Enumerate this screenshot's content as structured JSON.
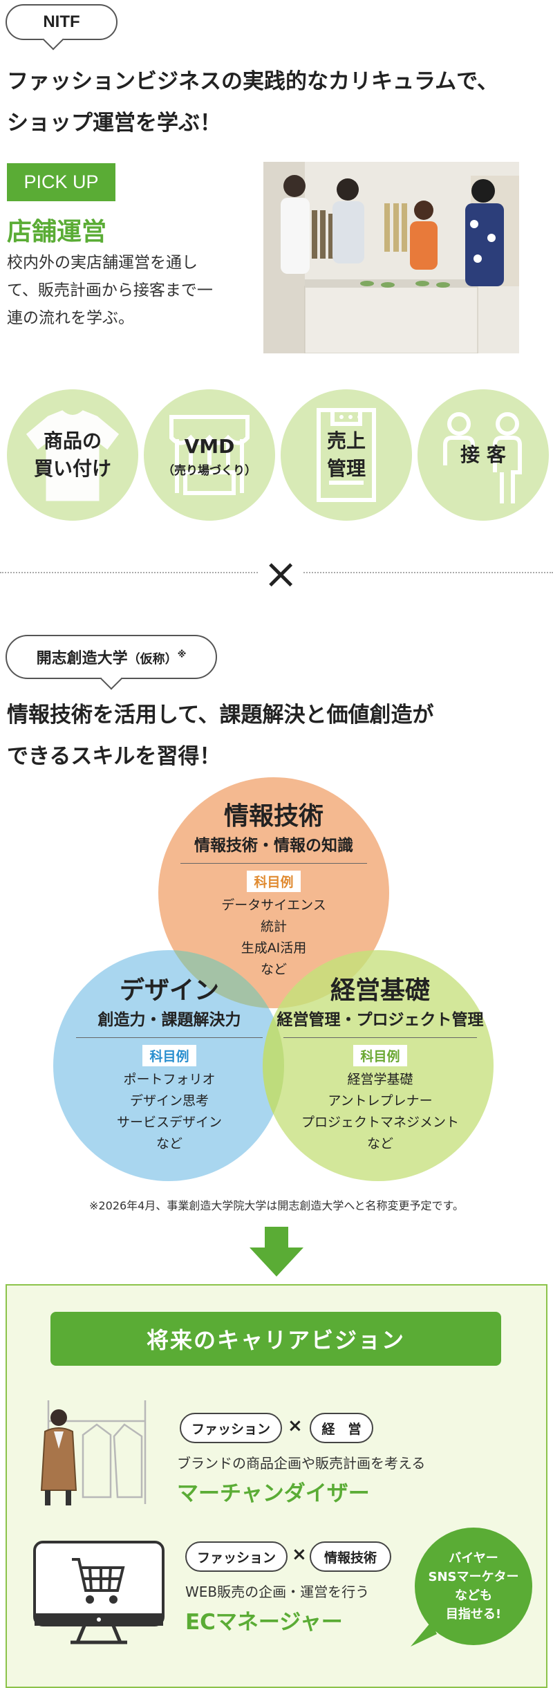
{
  "nitf": {
    "tag": "NITF",
    "heading_line1": "ファッションビジネスの実践的なカリキュラムで、",
    "heading_line2": "ショップ運営を学ぶ！",
    "pickup": "PICK UP",
    "store_title": "店舗運営",
    "store_desc_line1": "校内外の実店舗運営を通し",
    "store_desc_line2": "て、販売計画から接客まで一",
    "store_desc_line3": "連の流れを学ぶ。",
    "skills": [
      {
        "label_line1": "商品の",
        "label_line2": "買い付け",
        "icon": "tshirt-icon"
      },
      {
        "label_line1": "VMD",
        "label_line2": "（売り場づくり）",
        "icon": "storefront-icon"
      },
      {
        "label_line1": "売上",
        "label_line2": "管理",
        "icon": "register-icon"
      },
      {
        "label_line1": "接 客",
        "label_line2": "",
        "icon": "people-icon"
      }
    ]
  },
  "cross_symbol": "×",
  "kaishi": {
    "tag": "開志創造大学",
    "tag_paren": "（仮称）",
    "tag_mark": "※",
    "heading_line1": "情報技術を活用して、課題解決と価値創造が",
    "heading_line2": "できるスキルを習得！",
    "venn": {
      "top": {
        "title": "情報技術",
        "subtitle": "情報技術・情報の知識",
        "tag": "科目例",
        "items": [
          "データサイエンス",
          "統計",
          "生成AI活用",
          "など"
        ],
        "color": "#f4b990"
      },
      "left": {
        "title": "デザイン",
        "subtitle": "創造力・課題解決力",
        "tag": "科目例",
        "items": [
          "ポートフォリオ",
          "デザイン思考",
          "サービスデザイン",
          "など"
        ],
        "color": "#a9d6ef"
      },
      "right": {
        "title": "経営基礎",
        "subtitle": "経営管理・プロジェクト管理",
        "tag": "科目例",
        "items": [
          "経営学基礎",
          "アントレプレナー",
          "プロジェクトマネジメント",
          "など"
        ],
        "color": "#d3e79a"
      }
    },
    "footnote": "※2026年4月、事業創造大学院大学は開志創造大学へと名称変更予定です。"
  },
  "career": {
    "title": "将来のキャリアビジョン",
    "item1": {
      "pill_a": "ファッション",
      "times": "×",
      "pill_b": "経　営",
      "desc": "ブランドの商品企画や販売計画を考える",
      "role": "マーチャンダイザー"
    },
    "item2": {
      "pill_a": "ファッション",
      "times": "×",
      "pill_b": "情報技術",
      "desc": "WEB販売の企画・運営を行う",
      "role": "ECマネージャー"
    },
    "bubble_line1": "バイヤー",
    "bubble_line2": "SNSマーケター",
    "bubble_line3": "なども",
    "bubble_line4": "目指せる!"
  },
  "colors": {
    "green": "#5aac35",
    "light_green": "#d8eab6",
    "orange": "#f4b990",
    "blue": "#a9d6ef",
    "lime": "#d3e79a"
  }
}
